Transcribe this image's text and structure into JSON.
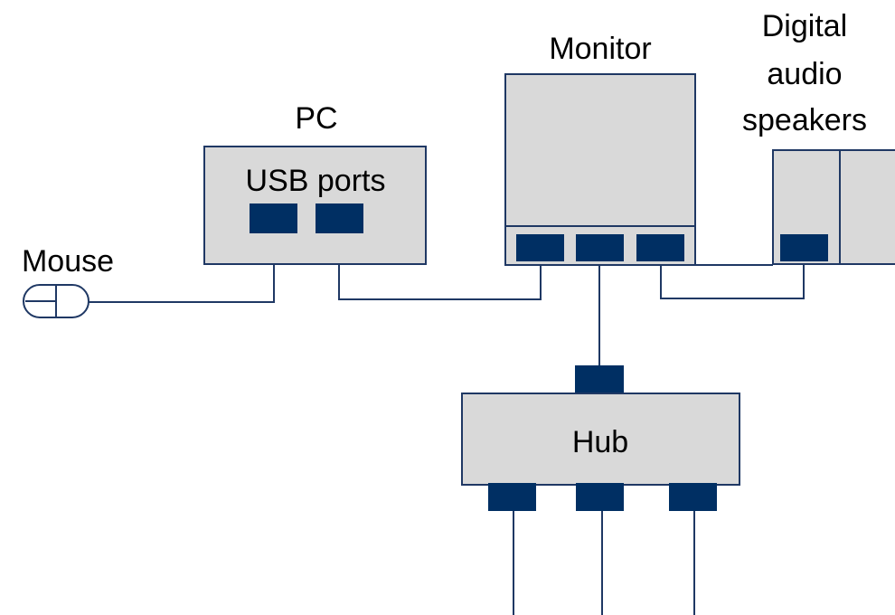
{
  "labels": {
    "pc": "PC",
    "usb_ports": "USB ports",
    "mouse": "Mouse",
    "monitor": "Monitor",
    "speakers_line1": "Digital",
    "speakers_line2": "audio",
    "speakers_line3": "speakers",
    "hub": "Hub"
  },
  "colors": {
    "box_fill": "#d9d9d9",
    "box_stroke": "#1f3864",
    "port_fill": "#002f63",
    "line": "#1f3864",
    "text": "#000000"
  },
  "icons": {
    "mouse": "mouse-icon"
  }
}
